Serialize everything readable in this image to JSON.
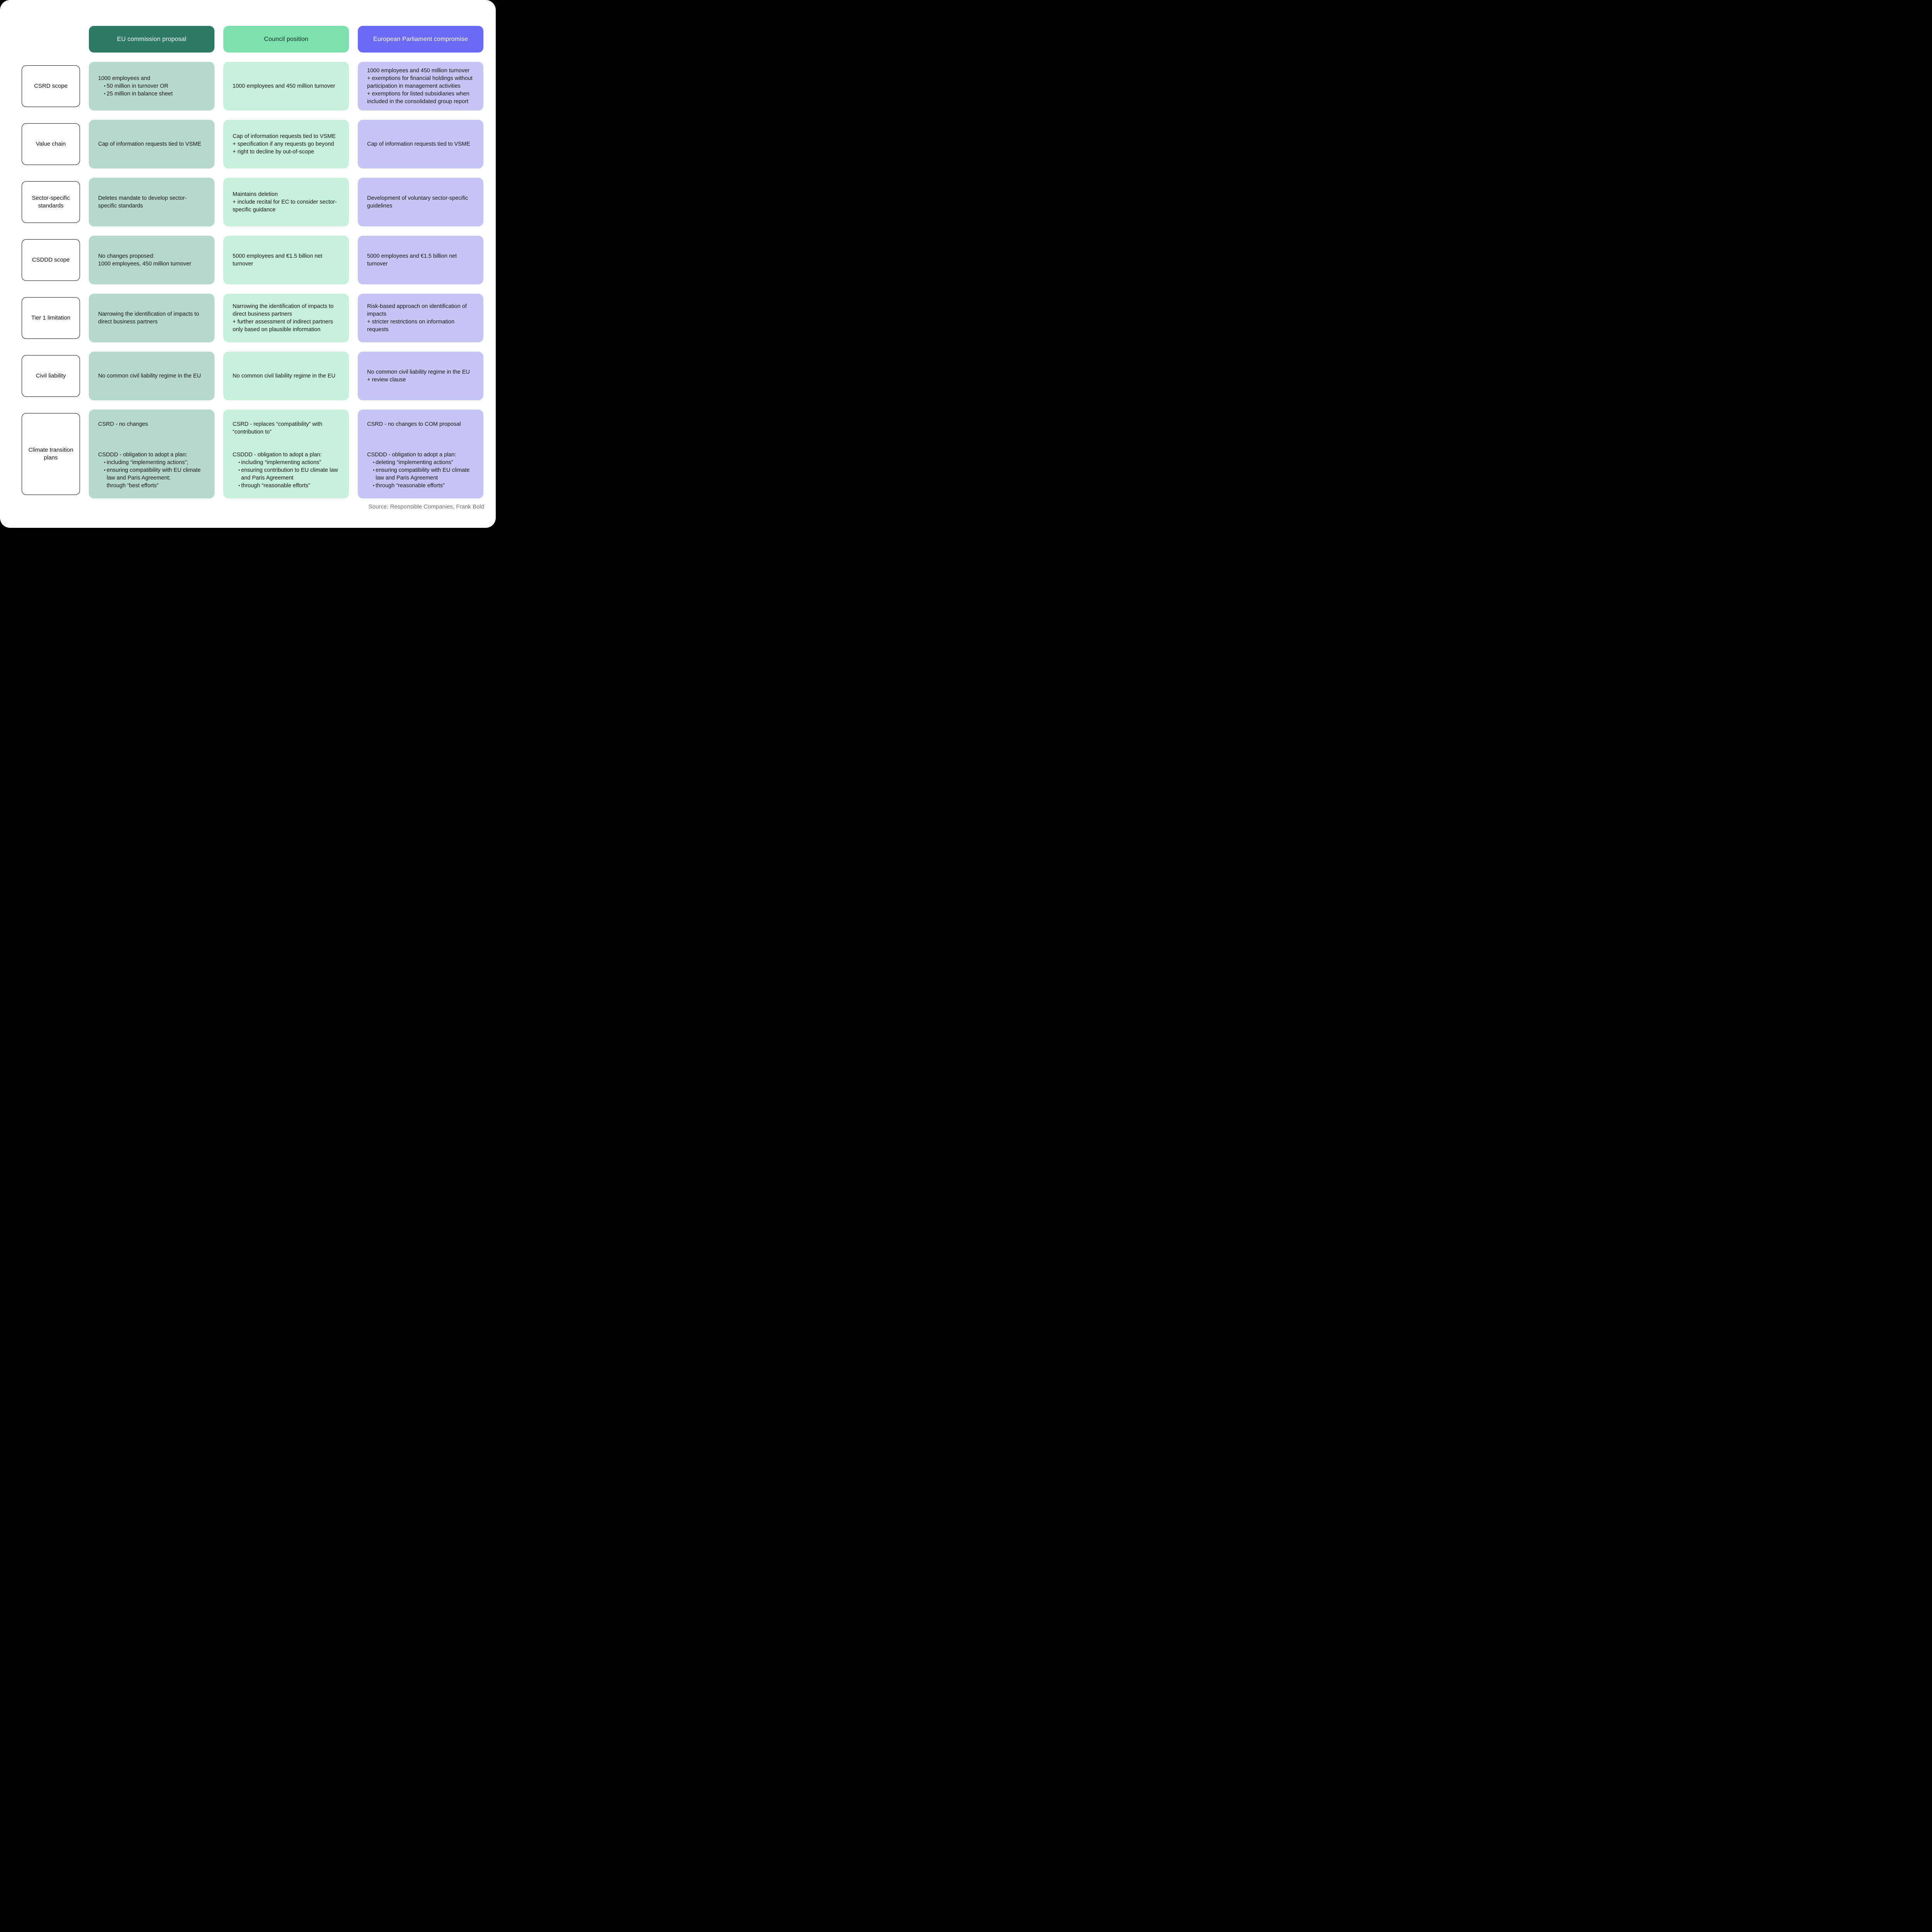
{
  "page": {
    "source": "Source: Responsible Companies, Frank Bold"
  },
  "colors": {
    "background": "#ffffff",
    "page_behind": "#000000",
    "text": "#161616",
    "source_text": "#6d6d7a"
  },
  "columns": [
    {
      "id": "eu-commission",
      "label": "EU commission proposal",
      "header_bg": "#2d7a66",
      "header_fg": "#ffffff",
      "cell_bg": "#b7d8cd"
    },
    {
      "id": "council",
      "label": "Council position",
      "header_bg": "#7ce0af",
      "header_fg": "#102a20",
      "cell_bg": "#c8f1dc"
    },
    {
      "id": "european-parliament",
      "label": "European Parliament compromise",
      "header_bg": "#6a6af7",
      "header_fg": "#ffffff",
      "cell_bg": "#c5c5f6"
    }
  ],
  "rows": [
    {
      "label": "CSRD scope",
      "cells": [
        {
          "top": [
            {
              "t": "p",
              "text": "1000 employees and"
            },
            {
              "t": "li",
              "text": "50 million in turnover OR"
            },
            {
              "t": "li",
              "text": "25 million in balance sheet"
            }
          ]
        },
        {
          "top": [
            {
              "t": "p",
              "text": "1000 employees and 450 million turnover"
            }
          ]
        },
        {
          "top": [
            {
              "t": "p",
              "text": "1000 employees and 450 million turnover"
            },
            {
              "t": "p",
              "text": "+ exemptions for financial holdings without participation in management activities"
            },
            {
              "t": "p",
              "text": "+ exemptions for listed subsidiaries when included in the consolidated group report"
            }
          ]
        }
      ]
    },
    {
      "label": "Value chain",
      "cells": [
        {
          "top": [
            {
              "t": "p",
              "text": "Cap of information requests tied to VSME"
            }
          ]
        },
        {
          "top": [
            {
              "t": "p",
              "text": "Cap of information requests tied to VSME"
            },
            {
              "t": "p",
              "text": "+ specification if any requests go beyond"
            },
            {
              "t": "p",
              "text": "+ right to decline by out-of-scope"
            }
          ]
        },
        {
          "top": [
            {
              "t": "p",
              "text": "Cap of information requests tied to VSME"
            }
          ]
        }
      ]
    },
    {
      "label": "Sector-specific standards",
      "cells": [
        {
          "top": [
            {
              "t": "p",
              "text": "Deletes mandate to develop sector-specific standards"
            }
          ]
        },
        {
          "top": [
            {
              "t": "p",
              "text": "Maintains deletion"
            },
            {
              "t": "p",
              "text": "+ include recital for EC to consider sector-specific guidance"
            }
          ]
        },
        {
          "top": [
            {
              "t": "p",
              "text": "Development of voluntary sector-specific guidelines"
            }
          ]
        }
      ]
    },
    {
      "label": "CSDDD scope",
      "cells": [
        {
          "top": [
            {
              "t": "p",
              "text": "No changes proposed:"
            },
            {
              "t": "p",
              "text": "1000 employees, 450 million turnover"
            }
          ]
        },
        {
          "top": [
            {
              "t": "p",
              "text": "5000 employees and €1.5 billion net turnover"
            }
          ]
        },
        {
          "top": [
            {
              "t": "p",
              "text": "5000 employees and €1.5 billion net turnover"
            }
          ]
        }
      ]
    },
    {
      "label": "Tier 1 limitation",
      "cells": [
        {
          "top": [
            {
              "t": "p",
              "text": "Narrowing the identification of impacts to direct business partners"
            }
          ]
        },
        {
          "top": [
            {
              "t": "p",
              "text": "Narrowing the identification of impacts to direct business partners"
            },
            {
              "t": "p",
              "text": "+ further assessment of indirect partners only based on plausible information"
            }
          ]
        },
        {
          "top": [
            {
              "t": "p",
              "text": "Risk-based approach on identification of impacts"
            },
            {
              "t": "p",
              "text": "+ stricter restrictions on information requests"
            }
          ]
        }
      ]
    },
    {
      "label": "Civil liability",
      "cells": [
        {
          "top": [
            {
              "t": "p",
              "text": "No common civil liability regime in the EU"
            }
          ]
        },
        {
          "top": [
            {
              "t": "p",
              "text": "No common civil liability regime in the EU"
            }
          ]
        },
        {
          "top": [
            {
              "t": "p",
              "text": "No common civil liability regime in the EU"
            },
            {
              "t": "p",
              "text": "+ review clause"
            }
          ]
        }
      ]
    },
    {
      "label": "Climate transition plans",
      "tall": true,
      "cells": [
        {
          "top": [
            {
              "t": "p",
              "text": "CSRD - no changes"
            }
          ],
          "bottom": [
            {
              "t": "p",
              "text": "CSDDD - obligation to adopt a plan:"
            },
            {
              "t": "li",
              "text": "including “implementing actions”;"
            },
            {
              "t": "li",
              "text": "ensuring compatibility with EU climate law and Paris Agreement;"
            },
            {
              "t": "lp",
              "text": "through “best efforts”"
            }
          ]
        },
        {
          "top": [
            {
              "t": "p",
              "text": "CSRD - replaces “compatibility” with “contribution to”"
            }
          ],
          "bottom": [
            {
              "t": "p",
              "text": "CSDDD - obligation to adopt a plan:"
            },
            {
              "t": "li",
              "text": "including “implementing actions”"
            },
            {
              "t": "li",
              "text": "ensuring contribution to EU climate law and Paris Agreement"
            },
            {
              "t": "li",
              "text": "through “reasonable efforts”"
            }
          ]
        },
        {
          "top": [
            {
              "t": "p",
              "text": "CSRD - no changes to COM proposal"
            }
          ],
          "bottom": [
            {
              "t": "p",
              "text": "CSDDD - obligation to adopt a plan:"
            },
            {
              "t": "li",
              "text": "deleting “implementing actions”"
            },
            {
              "t": "li",
              "text": "ensuring compatibility with EU climate law and Paris Agreement"
            },
            {
              "t": "li",
              "text": "through “reasonable efforts”"
            }
          ]
        }
      ]
    }
  ]
}
